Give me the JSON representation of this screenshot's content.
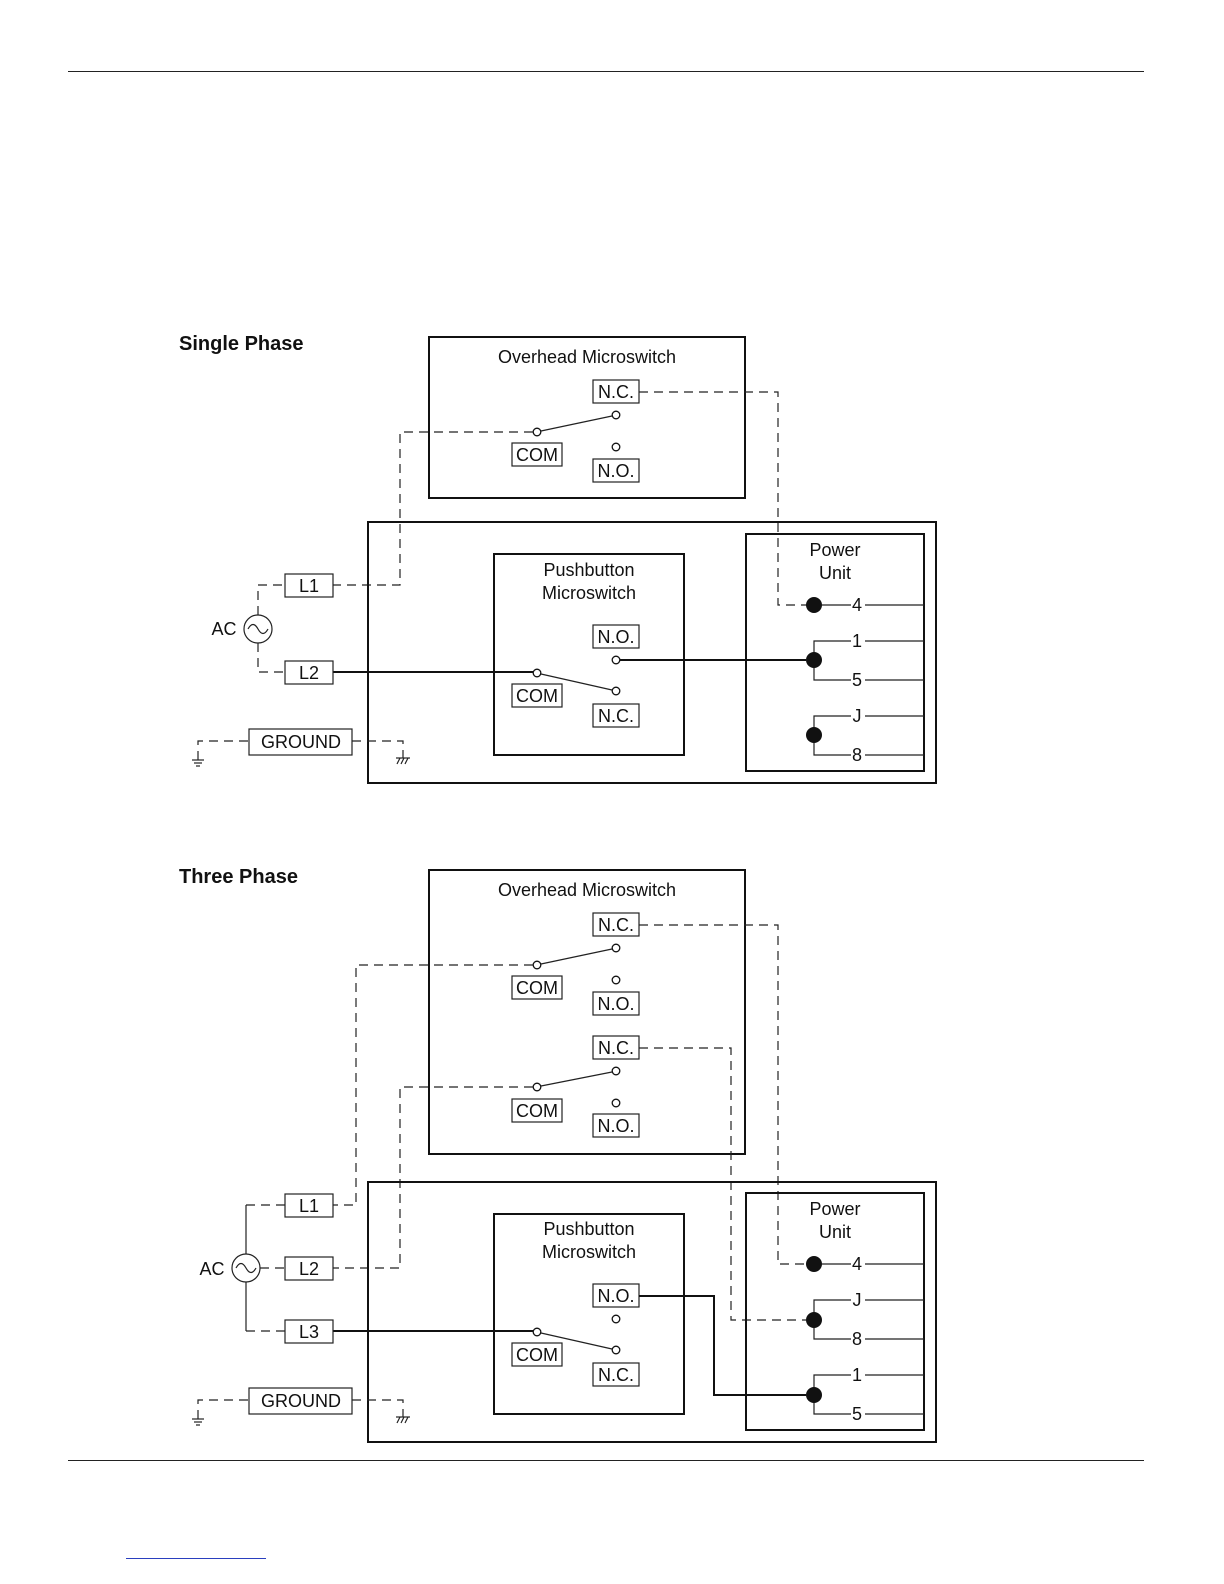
{
  "single_phase": {
    "title": "Single Phase",
    "overhead": {
      "title": "Overhead Microswitch",
      "nc": "N.C.",
      "com": "COM",
      "no": "N.O."
    },
    "source": {
      "ac": "AC",
      "l1": "L1",
      "l2": "L2",
      "ground": "GROUND"
    },
    "pushbutton": {
      "title_line1": "Pushbutton",
      "title_line2": "Microswitch",
      "no": "N.O.",
      "com": "COM",
      "nc": "N.C."
    },
    "power_unit": {
      "title_line1": "Power",
      "title_line2": "Unit",
      "t4": "4",
      "t1": "1",
      "t5": "5",
      "tj": "J",
      "t8": "8"
    }
  },
  "three_phase": {
    "title": "Three Phase",
    "overhead": {
      "title": "Overhead Microswitch",
      "nc1": "N.C.",
      "com1": "COM",
      "no1": "N.O.",
      "nc2": "N.C.",
      "com2": "COM",
      "no2": "N.O."
    },
    "source": {
      "ac": "AC",
      "l1": "L1",
      "l2": "L2",
      "l3": "L3",
      "ground": "GROUND"
    },
    "pushbutton": {
      "title_line1": "Pushbutton",
      "title_line2": "Microswitch",
      "no": "N.O.",
      "com": "COM",
      "nc": "N.C."
    },
    "power_unit": {
      "title_line1": "Power",
      "title_line2": "Unit",
      "t4": "4",
      "tj": "J",
      "t8": "8",
      "t1": "1",
      "t5": "5"
    }
  }
}
